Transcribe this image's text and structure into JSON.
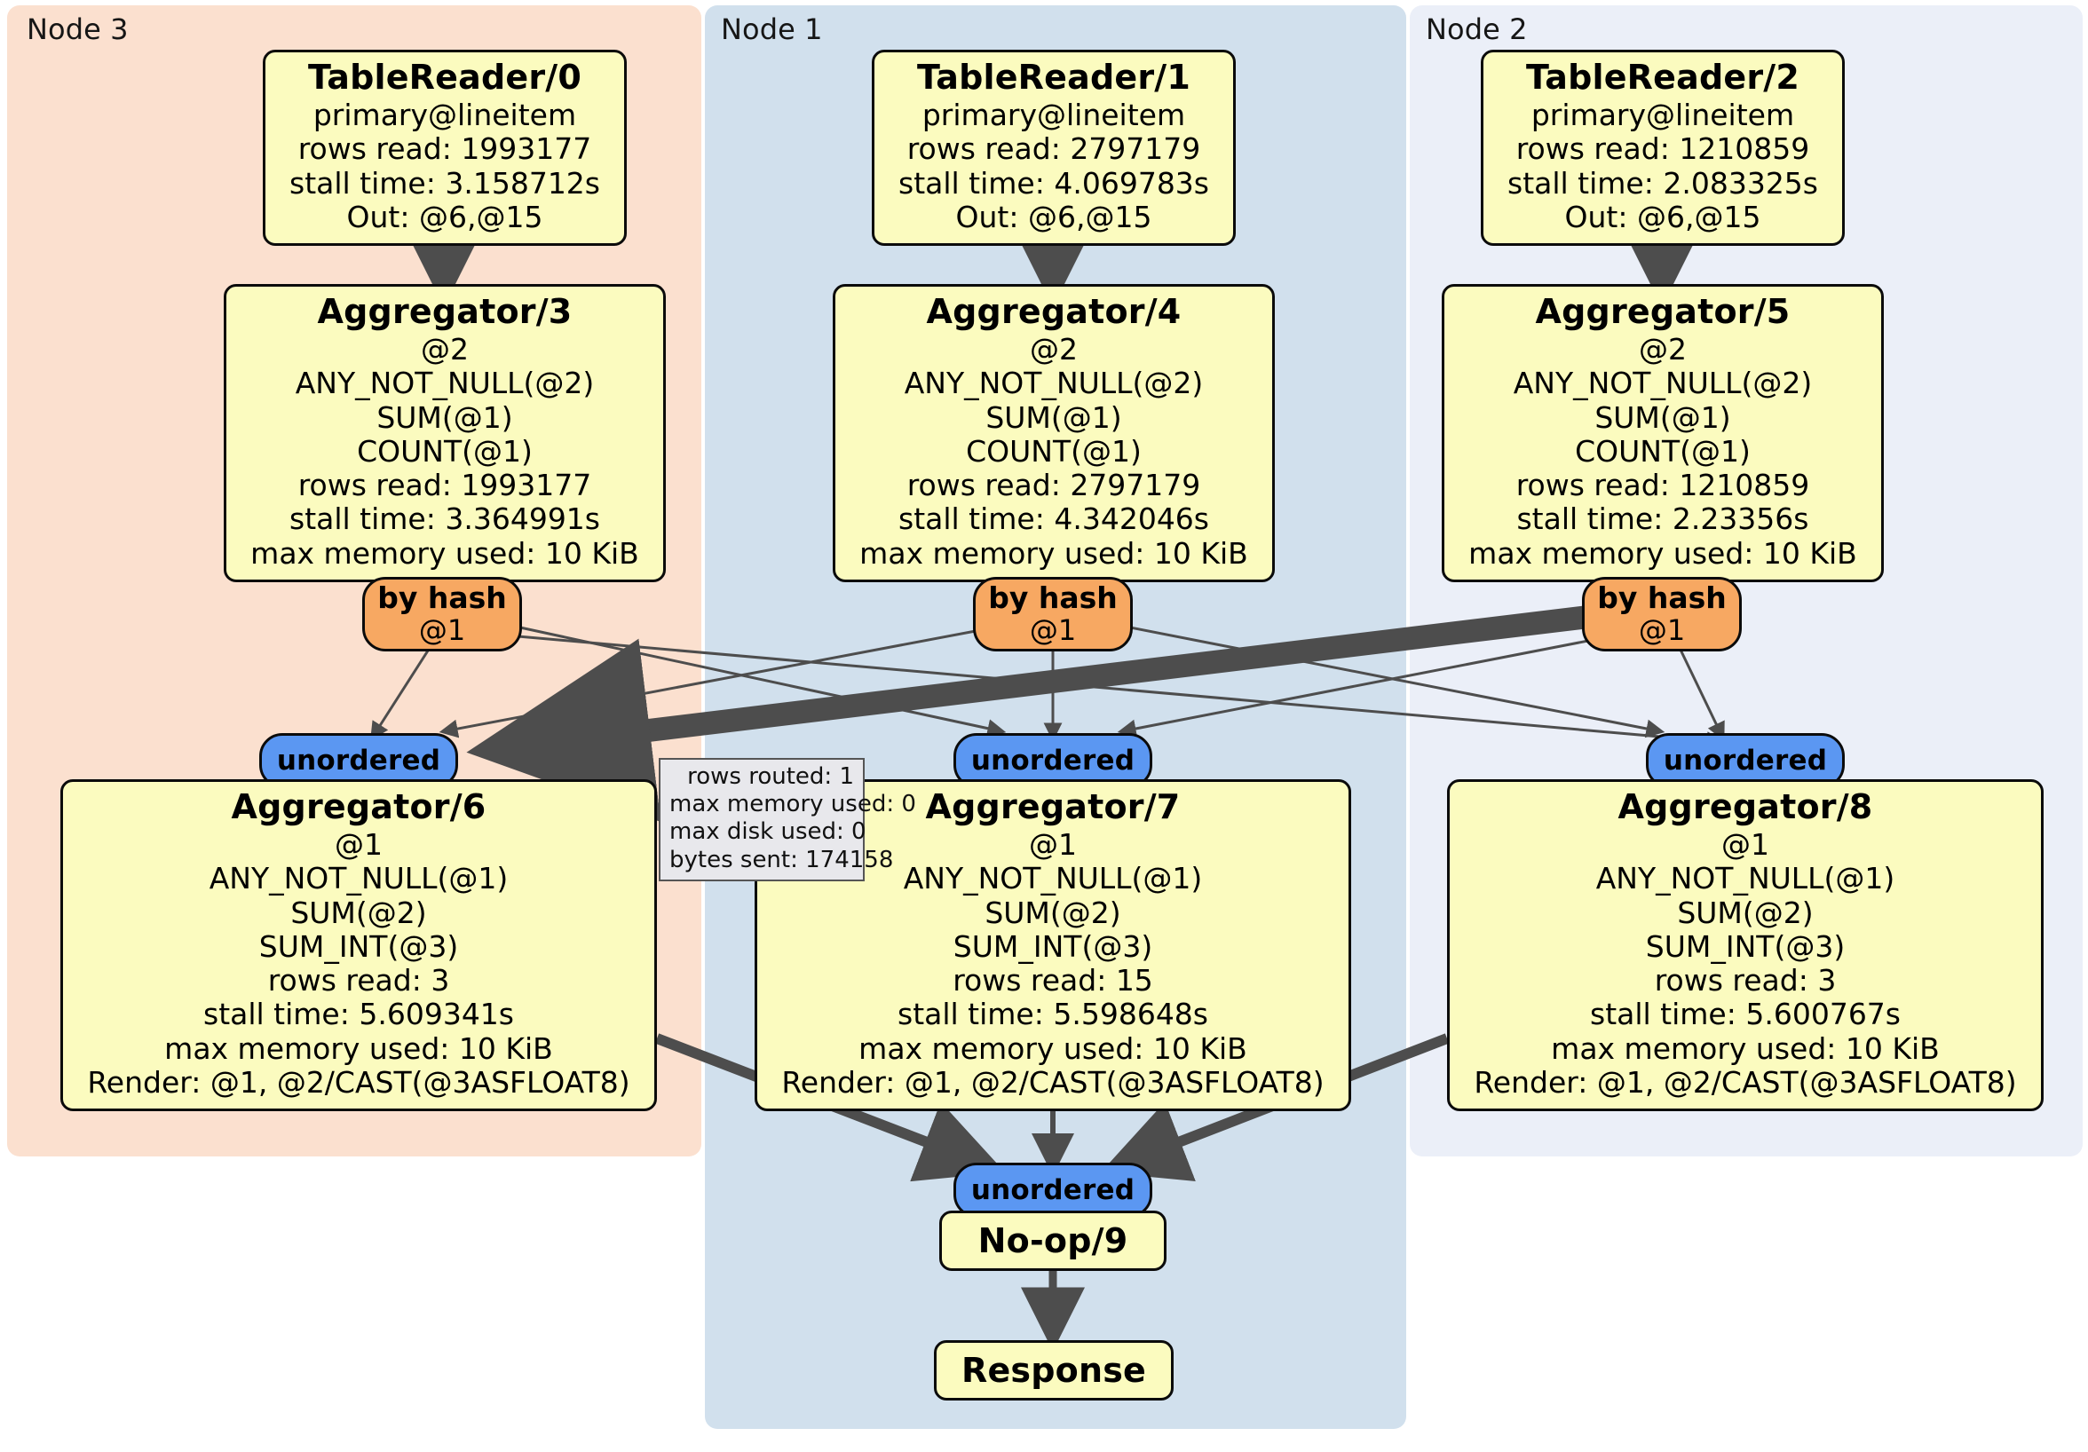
{
  "diagram": {
    "type": "distributed-query-execution-plan",
    "clusters": [
      {
        "id": "node3",
        "label": "Node 3",
        "color": "#fbe0cf"
      },
      {
        "id": "node1",
        "label": "Node 1",
        "color": "#d1e0ed"
      },
      {
        "id": "node2",
        "label": "Node 2",
        "color": "#ebeff8"
      }
    ],
    "processors": [
      {
        "id": "tablereader0",
        "title": "TableReader/0",
        "cluster": "node3",
        "lines": [
          "primary@lineitem",
          "rows read: 1993177",
          "stall time: 3.158712s",
          "Out: @6,@15"
        ]
      },
      {
        "id": "tablereader1",
        "title": "TableReader/1",
        "cluster": "node1",
        "lines": [
          "primary@lineitem",
          "rows read: 2797179",
          "stall time: 4.069783s",
          "Out: @6,@15"
        ]
      },
      {
        "id": "tablereader2",
        "title": "TableReader/2",
        "cluster": "node2",
        "lines": [
          "primary@lineitem",
          "rows read: 1210859",
          "stall time: 2.083325s",
          "Out: @6,@15"
        ]
      },
      {
        "id": "aggregator3",
        "title": "Aggregator/3",
        "cluster": "node3",
        "lines": [
          "@2",
          "ANY_NOT_NULL(@2)",
          "SUM(@1)",
          "COUNT(@1)",
          "rows read: 1993177",
          "stall time: 3.364991s",
          "max memory used: 10 KiB"
        ]
      },
      {
        "id": "aggregator4",
        "title": "Aggregator/4",
        "cluster": "node1",
        "lines": [
          "@2",
          "ANY_NOT_NULL(@2)",
          "SUM(@1)",
          "COUNT(@1)",
          "rows read: 2797179",
          "stall time: 4.342046s",
          "max memory used: 10 KiB"
        ]
      },
      {
        "id": "aggregator5",
        "title": "Aggregator/5",
        "cluster": "node2",
        "lines": [
          "@2",
          "ANY_NOT_NULL(@2)",
          "SUM(@1)",
          "COUNT(@1)",
          "rows read: 1210859",
          "stall time: 2.23356s",
          "max memory used: 10 KiB"
        ]
      },
      {
        "id": "aggregator6",
        "title": "Aggregator/6",
        "cluster": "node3",
        "lines": [
          "@1",
          "ANY_NOT_NULL(@1)",
          "SUM(@2)",
          "SUM_INT(@3)",
          "rows read: 3",
          "stall time: 5.609341s",
          "max memory used: 10 KiB",
          "Render: @1, @2/CAST(@3ASFLOAT8)"
        ]
      },
      {
        "id": "aggregator7",
        "title": "Aggregator/7",
        "cluster": "node1",
        "lines": [
          "@1",
          "ANY_NOT_NULL(@1)",
          "SUM(@2)",
          "SUM_INT(@3)",
          "rows read: 15",
          "stall time: 5.598648s",
          "max memory used: 10 KiB",
          "Render: @1, @2/CAST(@3ASFLOAT8)"
        ]
      },
      {
        "id": "aggregator8",
        "title": "Aggregator/8",
        "cluster": "node2",
        "lines": [
          "@1",
          "ANY_NOT_NULL(@1)",
          "SUM(@2)",
          "SUM_INT(@3)",
          "rows read: 3",
          "stall time: 5.600767s",
          "max memory used: 10 KiB",
          "Render: @1, @2/CAST(@3ASFLOAT8)"
        ]
      },
      {
        "id": "noop9",
        "title": "No-op/9",
        "cluster": "node1",
        "lines": []
      },
      {
        "id": "response",
        "title": "Response",
        "cluster": "node1",
        "lines": []
      }
    ],
    "routers": [
      {
        "id": "byhash3",
        "title": "by hash",
        "sub": "@1",
        "cluster": "node3"
      },
      {
        "id": "byhash4",
        "title": "by hash",
        "sub": "@1",
        "cluster": "node1"
      },
      {
        "id": "byhash5",
        "title": "by hash",
        "sub": "@1",
        "cluster": "node2"
      }
    ],
    "synchronizers": [
      {
        "id": "unordered6",
        "label": "unordered",
        "cluster": "node3"
      },
      {
        "id": "unordered7",
        "label": "unordered",
        "cluster": "node1"
      },
      {
        "id": "unordered8",
        "label": "unordered",
        "cluster": "node2"
      },
      {
        "id": "unordered9",
        "label": "unordered",
        "cluster": "node1"
      }
    ],
    "stream_stats_tooltip": {
      "lines": [
        "rows routed: 1",
        "max memory used: 0",
        "max disk used: 0",
        "bytes sent: 174158"
      ]
    },
    "colors": {
      "processor_fill": "#fbfbbf",
      "router_fill": "#f7a862",
      "sync_fill": "#5b97f2",
      "edge": "#4d4d4d",
      "node3_bg": "#fbe0cf",
      "node1_bg": "#d1e0ed",
      "node2_bg": "#ebeff8"
    }
  }
}
